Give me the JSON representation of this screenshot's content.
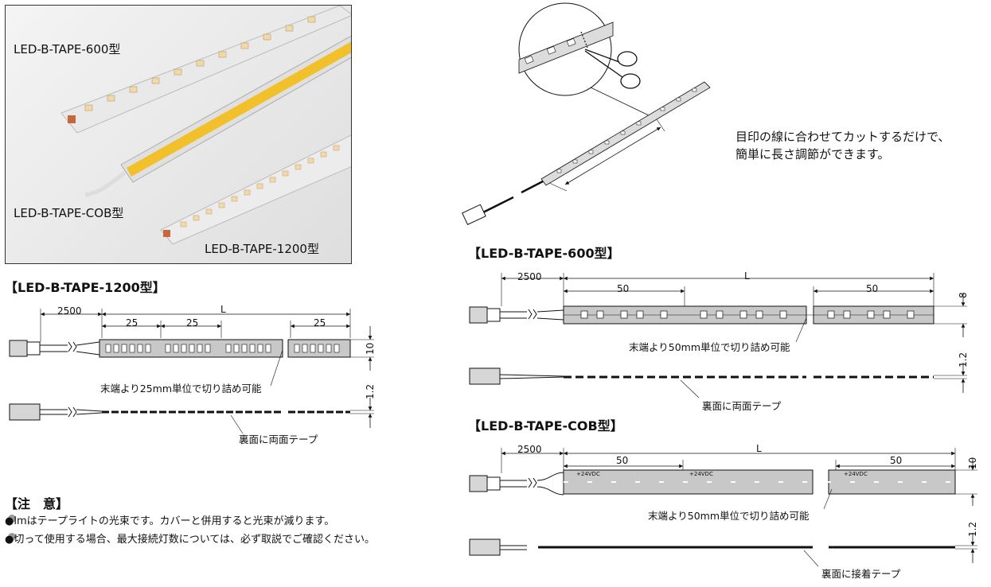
{
  "photo": {
    "label_600": "LED-B-TAPE-600型",
    "label_cob": "LED-B-TAPE-COB型",
    "label_1200": "LED-B-TAPE-1200型"
  },
  "cut_instruction": {
    "line1": "目印の線に合わせてカットするだけで、",
    "line2": "簡単に長さ調節ができます。"
  },
  "tape1200": {
    "heading": "【LED-B-TAPE-1200型】",
    "cable_length": "2500",
    "length_symbol": "L",
    "segment_a": "25",
    "segment_b": "25",
    "segment_c": "25",
    "width": "10",
    "thickness": "1.2",
    "cut_note": "末端より25mm単位で切り詰め可能",
    "back_note": "裏面に両面テープ"
  },
  "tape600": {
    "heading": "【LED-B-TAPE-600型】",
    "cable_length": "2500",
    "length_symbol": "L",
    "segment_a": "50",
    "segment_b": "50",
    "width": "8",
    "thickness": "1.2",
    "cut_note": "末端より50mm単位で切り詰め可能",
    "back_note": "裏面に両面テープ"
  },
  "tapecob": {
    "heading": "【LED-B-TAPE-COB型】",
    "cable_length": "2500",
    "length_symbol": "L",
    "segment_a": "50",
    "segment_b": "50",
    "width": "10",
    "thickness": "1.2",
    "cut_note": "末端より50mm単位で切り詰め可能",
    "back_note": "裏面に接着テープ",
    "voltage_mark": "+24VDC"
  },
  "caution": {
    "heading": "【注　意】",
    "item1": "●lmはテープライトの光束です。カバーと併用すると光束が減ります。",
    "item2": "●切って使用する場合、最大接続灯数については、必ず取説でご確認ください。"
  },
  "colors": {
    "tape_gray": "#c8c8c8",
    "cob_yellow": "#f2c02a",
    "led_warm": "#f5d7a0",
    "copper": "#c8683a",
    "bullet_gray": "#999999"
  }
}
